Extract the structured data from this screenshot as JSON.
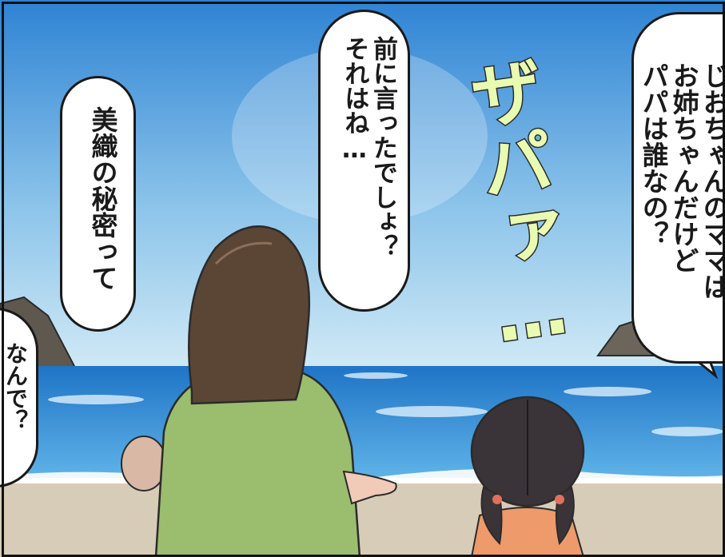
{
  "bubbles": {
    "left_edge": "なんで？",
    "misaki_secret": "美織の秘密って",
    "middle": "前に言ったでしょ？\nそれはね…",
    "right": "じおちゃんのママは\nお姉ちゃんだけど\nパパは誰なの？"
  },
  "sfx": {
    "wave": "ザパァ…"
  },
  "colors": {
    "sky_top": "#2e83d4",
    "sky_bottom": "#bfe1f4",
    "sea": "#2a8ad6",
    "sand": "#d7ccb8",
    "shirt": "#9bbd6e",
    "hair": "#5b4636",
    "child_hair": "#3a3438",
    "sfx_fill": "#e9fbb0"
  }
}
